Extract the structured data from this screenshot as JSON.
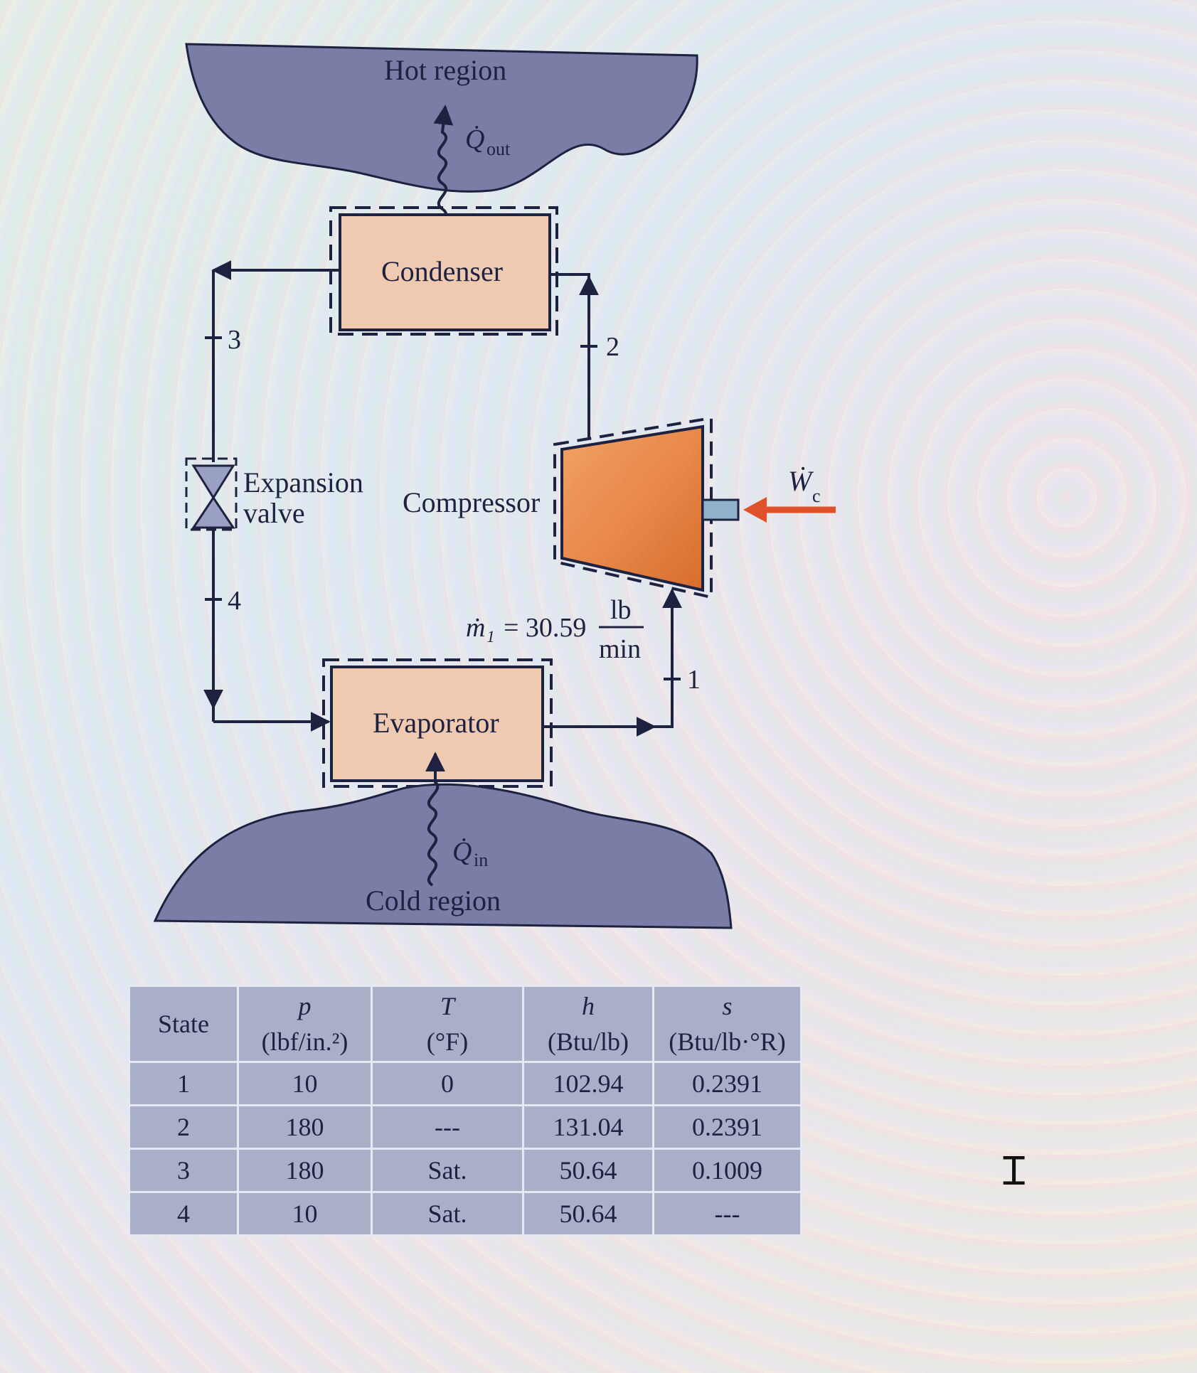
{
  "diagram": {
    "hot_region": "Hot region",
    "q_out": "out",
    "condenser": "Condenser",
    "state3": "3",
    "state2": "2",
    "expansion_valve_line1": "Expansion",
    "expansion_valve_line2": "valve",
    "compressor": "Compressor",
    "w_c_sub": "c",
    "state4": "4",
    "mass_flow_label": "= 30.59",
    "mass_flow_numer": "lb",
    "mass_flow_denom": "min",
    "state1": "1",
    "evaporator": "Evaporator",
    "q_in": "in",
    "cold_region": "Cold region"
  },
  "table": {
    "headers": [
      {
        "symbol": "",
        "unit": "State"
      },
      {
        "symbol": "p",
        "unit": "(lbf/in.²)"
      },
      {
        "symbol": "T",
        "unit": "(°F)"
      },
      {
        "symbol": "h",
        "unit": "(Btu/lb)"
      },
      {
        "symbol": "s",
        "unit": "(Btu/lb·°R)"
      }
    ],
    "rows": [
      [
        "1",
        "10",
        "0",
        "102.94",
        "0.2391"
      ],
      [
        "2",
        "180",
        "---",
        "131.04",
        "0.2391"
      ],
      [
        "3",
        "180",
        "Sat.",
        "50.64",
        "0.1009"
      ],
      [
        "4",
        "10",
        "Sat.",
        "50.64",
        "---"
      ]
    ]
  },
  "colors": {
    "region_fill": "#7a7ea6",
    "box_fill": "#efc9b0",
    "compressor_fill": "#e8894a",
    "arrow_red": "#e0502a",
    "line": "#1d2240"
  },
  "icons": {
    "cursor": "text-cursor-icon"
  }
}
